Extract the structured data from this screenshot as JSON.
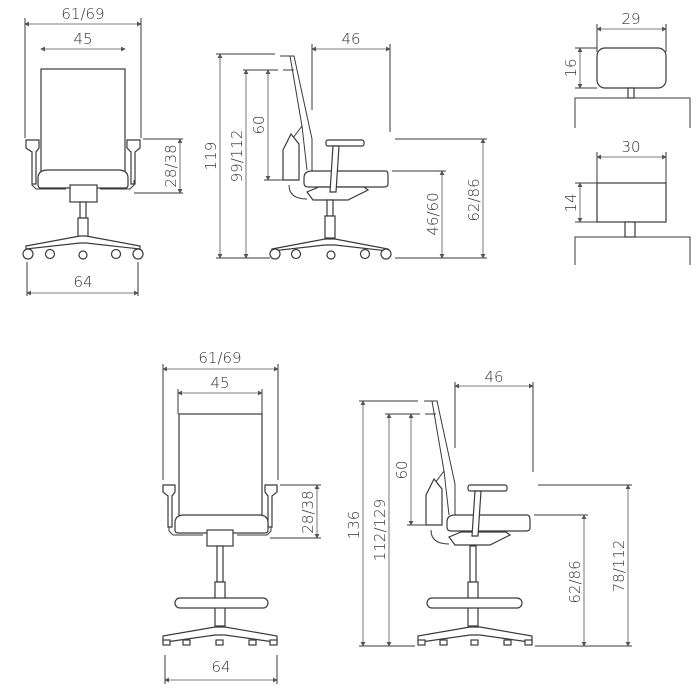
{
  "office_chair": {
    "front_view": {
      "overall_width": "61/69",
      "back_width": "45",
      "armrest_height": "28/38",
      "base_width": "64"
    },
    "side_view": {
      "total_height": "119",
      "back_height": "99/112",
      "backrest": "60",
      "depth": "46",
      "seat_height": "46/60",
      "armrest_floor": "62/86"
    }
  },
  "stool_chair": {
    "front_view": {
      "overall_width": "61/69",
      "back_width": "45",
      "armrest_height": "28/38",
      "base_width": "64"
    },
    "side_view": {
      "total_height": "136",
      "back_height": "112/129",
      "backrest": "60",
      "depth": "46",
      "seat_height": "62/86",
      "armrest_floor": "78/112"
    }
  },
  "armrest_pads": {
    "pad_a": {
      "width": "29",
      "height": "16"
    },
    "pad_b": {
      "width": "30",
      "height": "14"
    }
  }
}
